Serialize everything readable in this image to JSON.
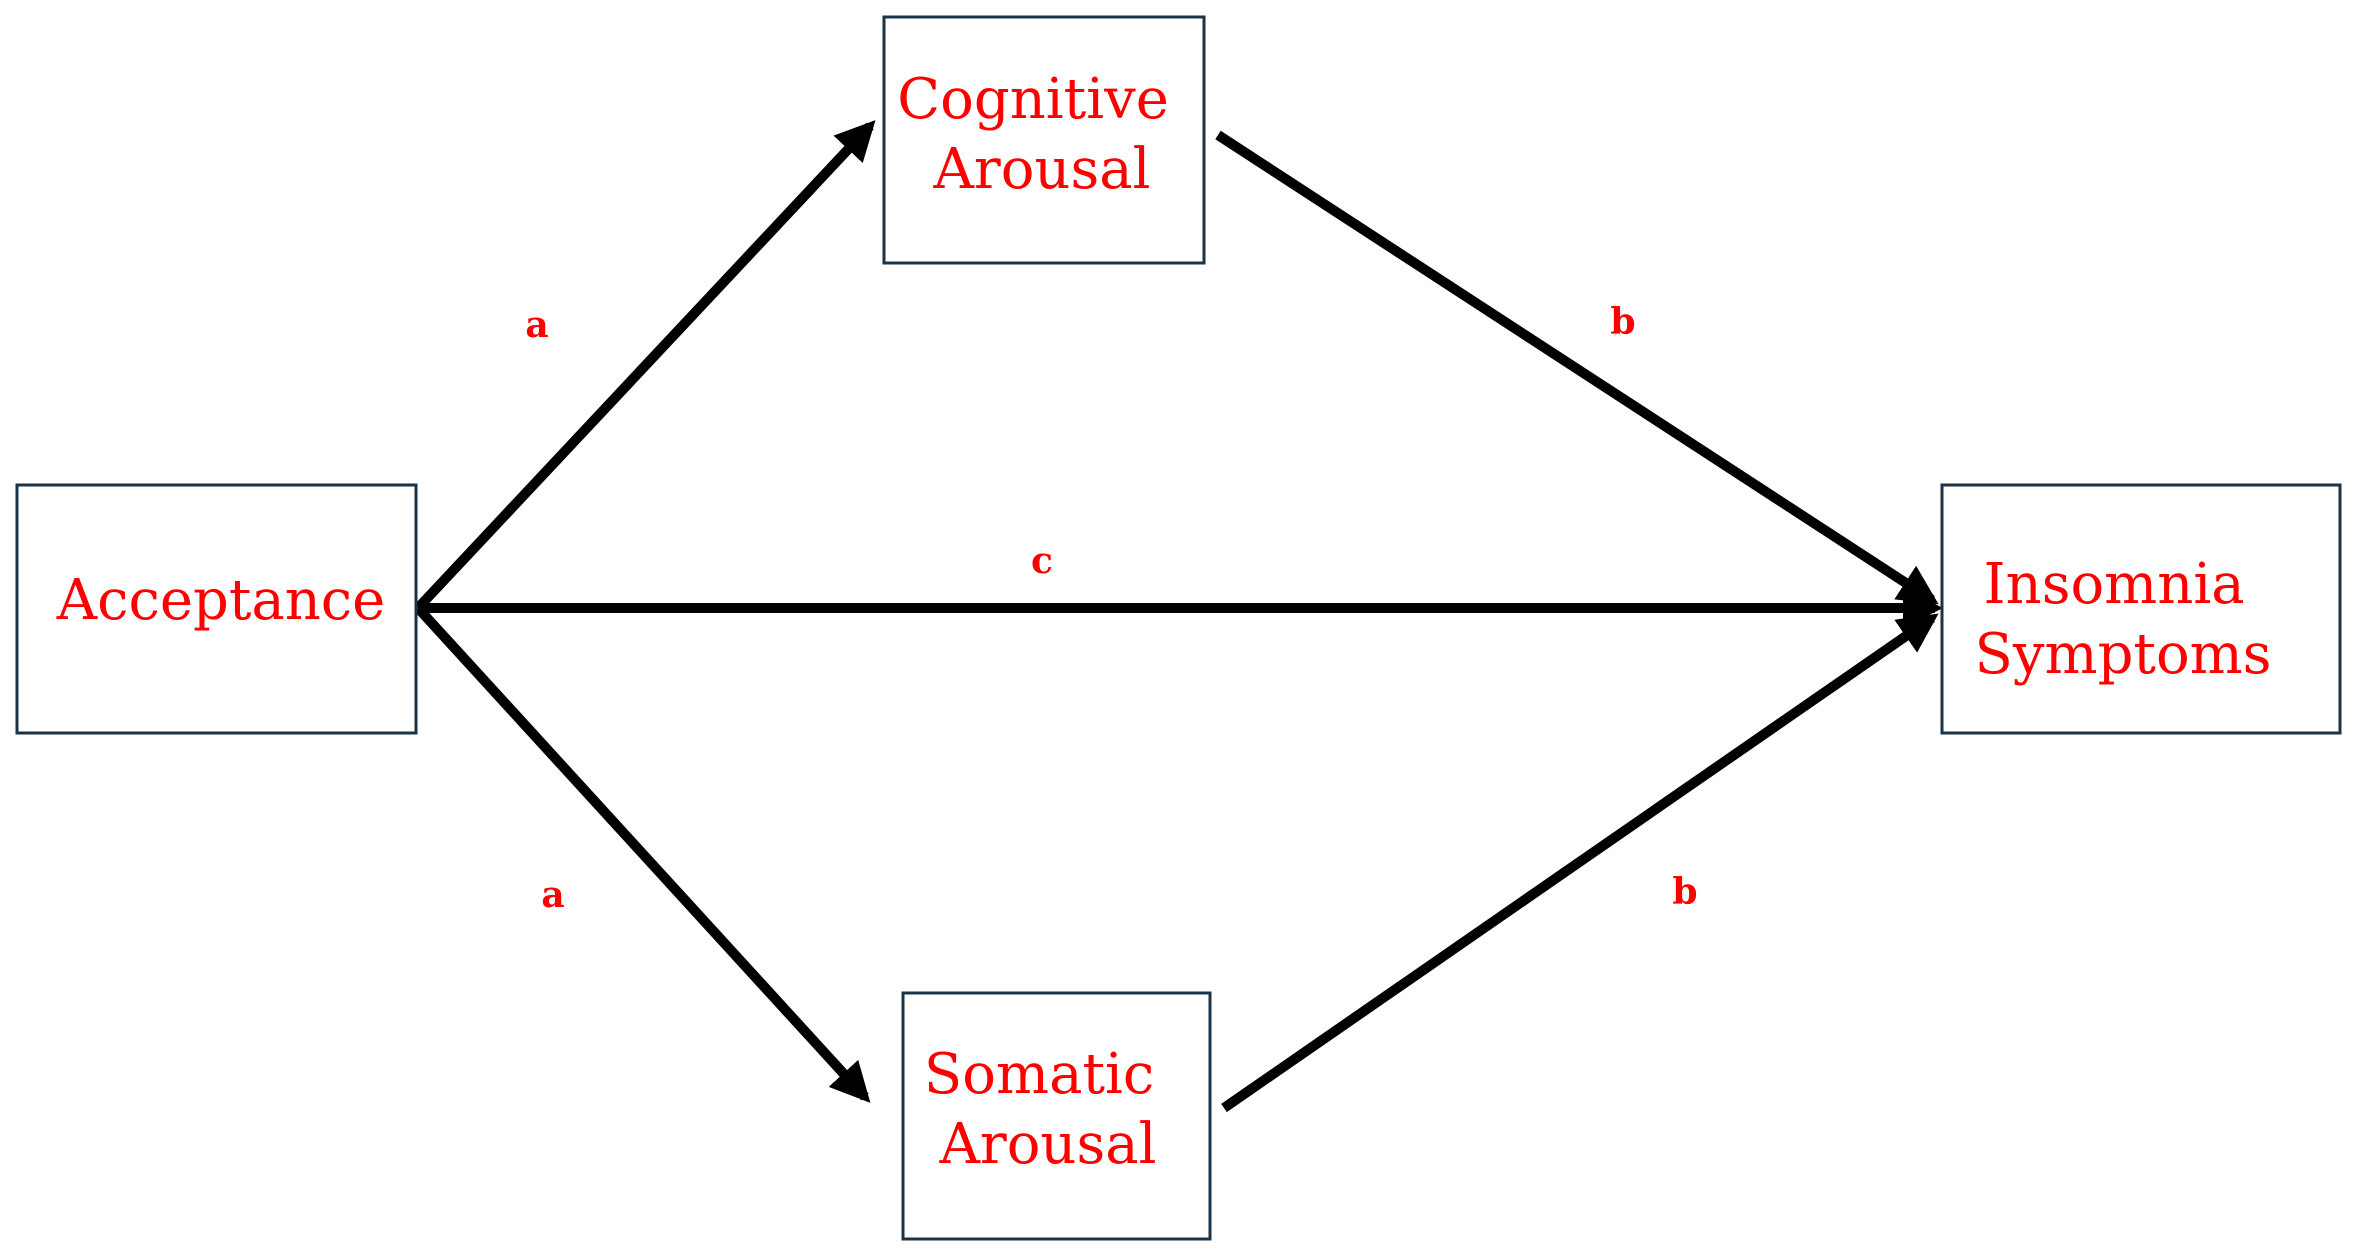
{
  "colors": {
    "text": "#ff0000",
    "arrow": "#000000",
    "box_border": "#1b3346"
  },
  "nodes": {
    "acceptance": {
      "lines": [
        "Acceptance"
      ]
    },
    "cognitive_arousal": {
      "lines": [
        "Cognitive",
        "Arousal"
      ]
    },
    "somatic_arousal": {
      "lines": [
        "Somatic",
        "Arousal"
      ]
    },
    "insomnia_symptoms": {
      "lines": [
        "Insomnia",
        "Symptoms"
      ]
    }
  },
  "paths": {
    "a_cognitive": "a",
    "b_cognitive": "b",
    "c_direct": "c",
    "a_somatic": "a",
    "b_somatic": "b"
  }
}
